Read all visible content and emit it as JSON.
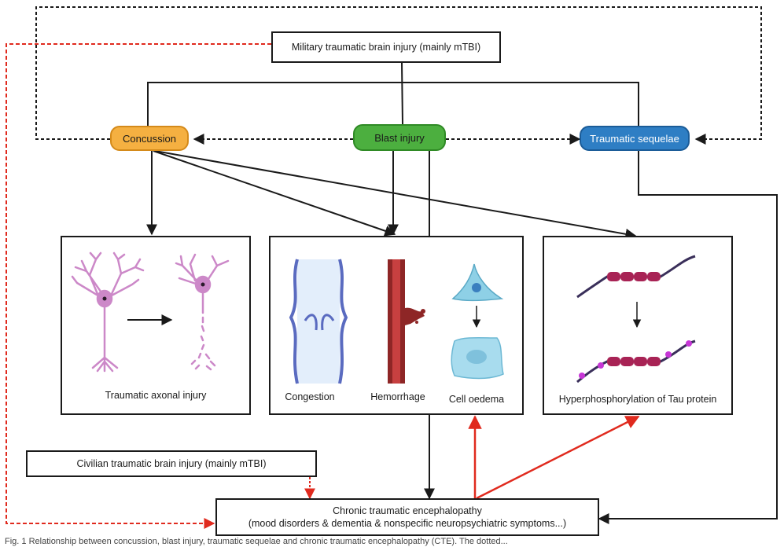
{
  "nodes": {
    "military": "Military traumatic brain injury (mainly mTBI)",
    "concussion": "Concussion",
    "blast": "Blast injury",
    "sequelae": "Traumatic sequelae",
    "civilian": "Civilian traumatic brain injury (mainly mTBI)",
    "cte_line1": "Chronic traumatic encephalopathy",
    "cte_line2": "(mood disorders & dementia & nonspecific neuropsychiatric symptoms...)"
  },
  "panels": {
    "axonal": "Traumatic axonal injury",
    "congestion": "Congestion",
    "hemorrhage": "Hemorrhage",
    "oedema": "Cell oedema",
    "tau": "Hyperphosphorylation of Tau protein"
  },
  "caption": "Fig. 1 Relationship between concussion, blast injury, traumatic sequelae and chronic traumatic encephalopathy (CTE). The dotted...",
  "colors": {
    "concussion": "#f5b041",
    "blast": "#4caf3f",
    "sequelae": "#2e7ec4",
    "red_arrow": "#e02a1e",
    "neuron": "#cc88c8",
    "vessel": "#5a6bc0",
    "hemorrhage": "#9e2a2a",
    "cell": "#8ed0e6",
    "tau": "#a82355",
    "phospho": "#c636d6"
  }
}
